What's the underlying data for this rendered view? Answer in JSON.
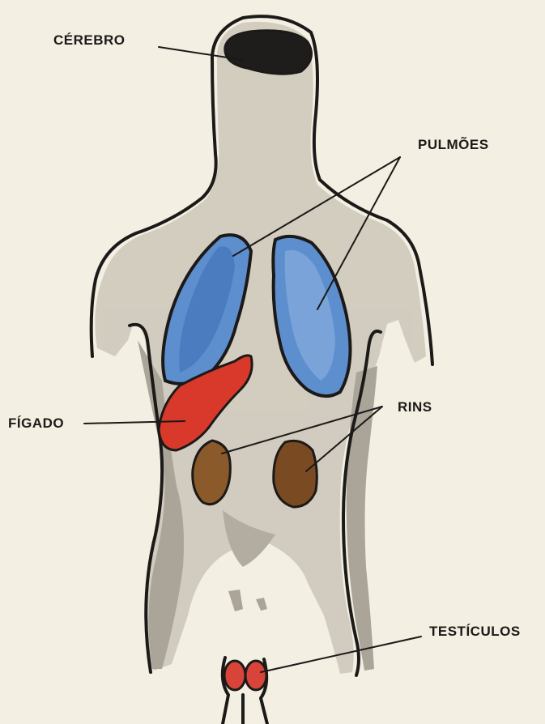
{
  "labels": {
    "cerebro": "CÉREBRO",
    "pulmoes": "PULMÕES",
    "figado": "FÍGADO",
    "rins": "RINS",
    "testiculos": "TESTÍCULOS"
  },
  "colors": {
    "paper": "#f3efe2",
    "outline": "#1c1a18",
    "body_shade": "#8a8378",
    "brain": "#1f1d1c",
    "lungs": "#5d8fcf",
    "liver": "#d8392b",
    "kidneys": "#8a5a2a",
    "testicles": "#d8433a"
  }
}
